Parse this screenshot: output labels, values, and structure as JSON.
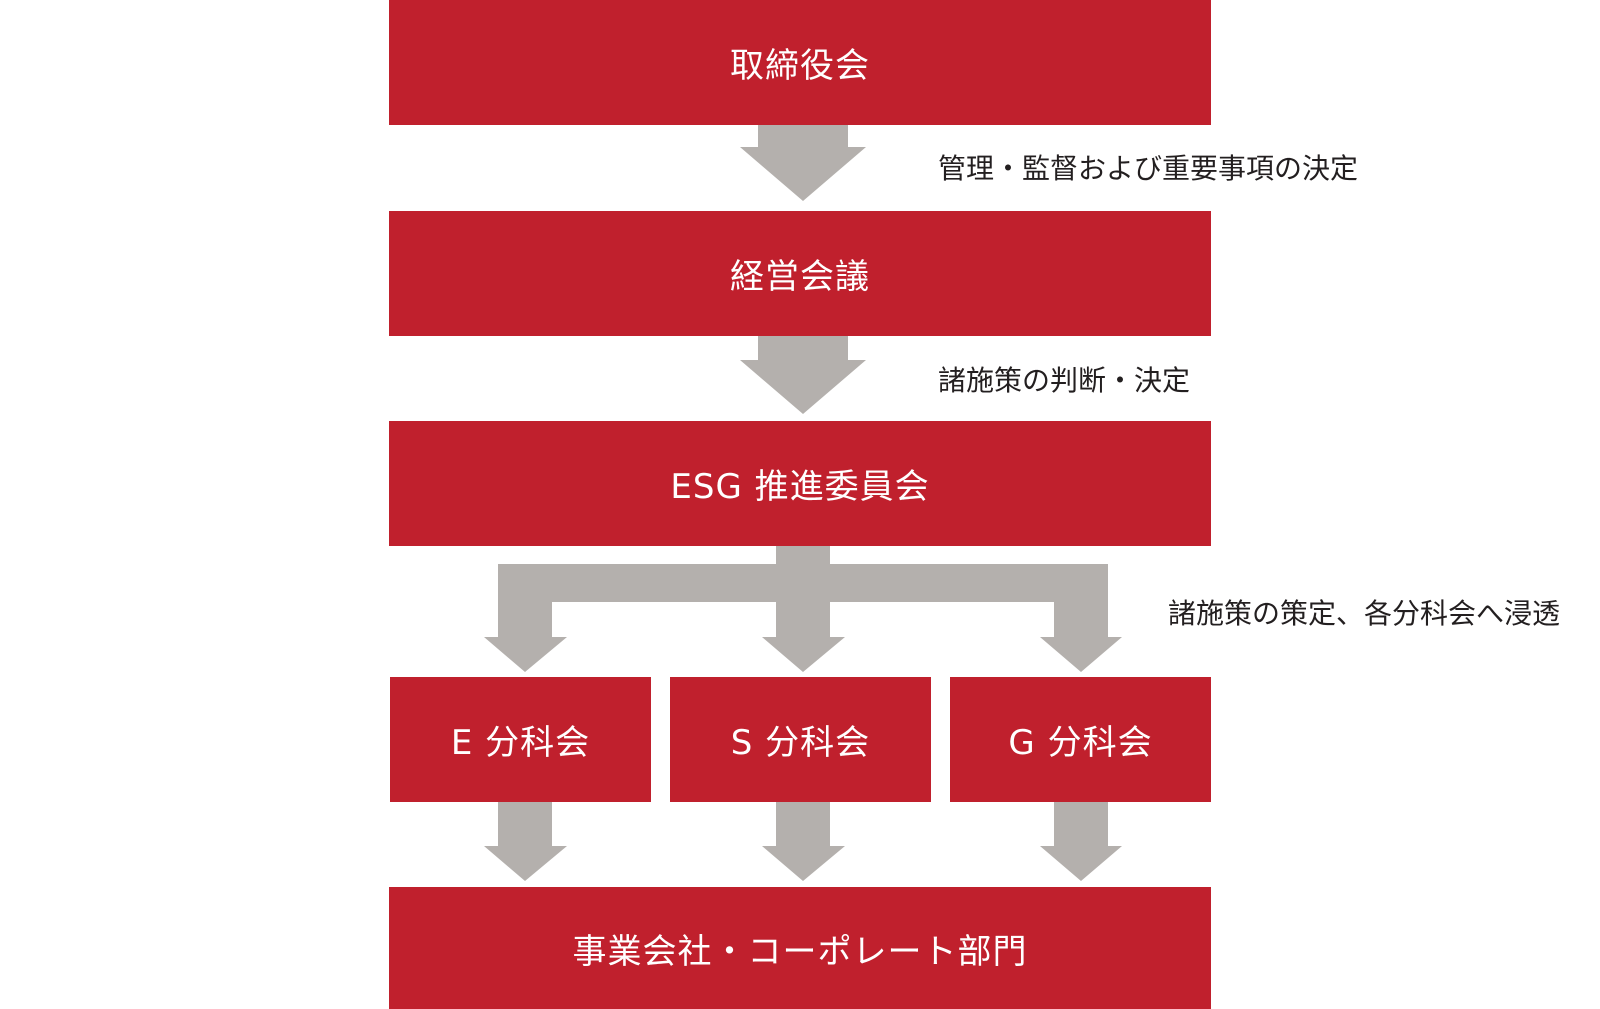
{
  "colors": {
    "box_fill": "#c0202d",
    "box_text": "#ffffff",
    "arrow_fill": "#b4b0ad",
    "label_text": "#231f20"
  },
  "boxes": {
    "board": "取締役会",
    "management": "経営会議",
    "esg": "ESG 推進委員会",
    "e": "E 分科会",
    "s": "S 分科会",
    "g": "G 分科会",
    "operations": "事業会社・コーポレート部門"
  },
  "labels": {
    "board_to_management": "管理・監督および重要事項の決定",
    "management_to_esg": "諸施策の判断・決定",
    "esg_to_subcommittees": "諸施策の策定、各分科会へ浸透"
  }
}
